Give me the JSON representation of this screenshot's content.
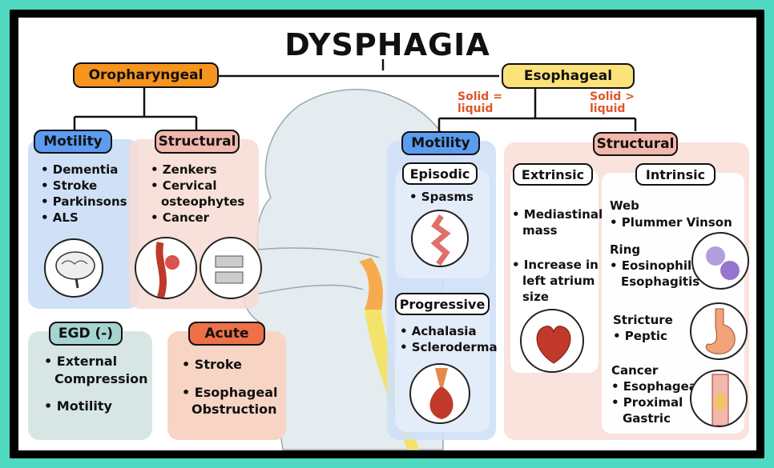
{
  "title": "DYSPHAGIA",
  "oropharyngeal": {
    "label": "Oropharyngeal",
    "motility": {
      "label": "Motility",
      "items": [
        "• Dementia",
        "• Stroke",
        "• Parkinsons",
        "• ALS"
      ]
    },
    "structural": {
      "label": "Structural",
      "items": [
        "• Zenkers",
        "• Cervical",
        "osteophytes",
        "• Cancer"
      ]
    },
    "egd": {
      "label": "EGD (-)",
      "items": [
        "• External",
        "Compression",
        "• Motility"
      ]
    },
    "acute": {
      "label": "Acute",
      "items": [
        "• Stroke",
        "• Esophageal",
        "Obstruction"
      ]
    }
  },
  "esophageal": {
    "label": "Esophageal",
    "note_left": [
      "Solid =",
      "liquid"
    ],
    "note_right": [
      "Solid >",
      "liquid"
    ],
    "motility": {
      "label": "Motility",
      "episodic": {
        "label": "Episodic",
        "items": [
          "• Spasms"
        ]
      },
      "progressive": {
        "label": "Progressive",
        "items": [
          "• Achalasia",
          "• Scleroderma"
        ]
      }
    },
    "structural": {
      "label": "Structural",
      "extrinsic": {
        "label": "Extrinsic",
        "items": [
          "• Mediastinal",
          "mass",
          "• Increase in",
          "left atrium",
          "size"
        ]
      },
      "intrinsic": {
        "label": "Intrinsic",
        "web": {
          "label": "Web",
          "items": [
            "• Plummer Vinson"
          ]
        },
        "ring": {
          "label": "Ring",
          "items": [
            "• Eosinophilic",
            "Esophagitis"
          ]
        },
        "stricture": {
          "label": "Stricture",
          "items": [
            "• Peptic"
          ]
        },
        "cancer": {
          "label": "Cancer",
          "items": [
            "• Esophageal",
            "• Proximal",
            "Gastric"
          ]
        }
      }
    }
  },
  "colors": {
    "orange": "#f7941d",
    "yellow": "#fbe27a",
    "motility_blue": "#5b9cf0",
    "structural_pink": "#f2b7ad",
    "egd_teal": "#a6d4d0",
    "acute_orange": "#ee7047",
    "note_red": "#e0542a",
    "frame": "#4fd9c0"
  }
}
